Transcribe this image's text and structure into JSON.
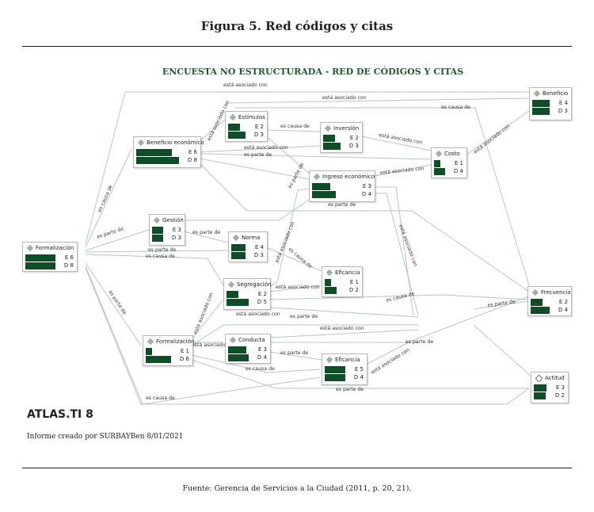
{
  "figure": {
    "title": "Figura 5. Red códigos y citas",
    "network_title": "ENCUESTA NO ESTRUCTURADA - RED DE CÓDIGOS Y CITAS",
    "software": "ATLAS.TI 8",
    "report": "Informe creado por SURBAYBen 8/01/2021",
    "source": "Fuente: Gerencia de Servicios a la Ciudad (2011, p. 20, 21)."
  },
  "colors": {
    "bar": "#0e4d26",
    "edge": "#b5c8bb",
    "title_green": "#1f5a2c"
  },
  "nodes": [
    {
      "id": "formalizacion1",
      "name": "Formalización",
      "e": "E 6",
      "d": "D 8",
      "ev": 6,
      "dv": 8
    },
    {
      "id": "beneficio_economico",
      "name": "Beneficio económico",
      "e": "E 6",
      "d": "D 8",
      "ev": 6,
      "dv": 8
    },
    {
      "id": "estimulos",
      "name": "Estímulos",
      "e": "E 2",
      "d": "D 3",
      "ev": 2,
      "dv": 3
    },
    {
      "id": "inversion",
      "name": "Inversión",
      "e": "E 2",
      "d": "D 3",
      "ev": 2,
      "dv": 3
    },
    {
      "id": "costo",
      "name": "Costo",
      "e": "E 1",
      "d": "D 4",
      "ev": 1,
      "dv": 4
    },
    {
      "id": "beneficio",
      "name": "Beneficio",
      "e": "E 4",
      "d": "D 3",
      "ev": 4,
      "dv": 3
    },
    {
      "id": "ingreso_economico",
      "name": "Ingreso económico",
      "e": "E 3",
      "d": "D 4",
      "ev": 3,
      "dv": 4
    },
    {
      "id": "gestion",
      "name": "Gestión",
      "e": "E 3",
      "d": "D 3",
      "ev": 3,
      "dv": 3
    },
    {
      "id": "norma",
      "name": "Norma",
      "e": "E 4",
      "d": "D 3",
      "ev": 4,
      "dv": 3
    },
    {
      "id": "eficancia1",
      "name": "Eficancia",
      "e": "E 1",
      "d": "D 2",
      "ev": 1,
      "dv": 2
    },
    {
      "id": "segregacion",
      "name": "Segregación",
      "e": "E 2",
      "d": "D 5",
      "ev": 2,
      "dv": 5
    },
    {
      "id": "frecuencia",
      "name": "Frecuencia",
      "e": "E 2",
      "d": "D 4",
      "ev": 2,
      "dv": 4
    },
    {
      "id": "formalizacion2",
      "name": "Formalización",
      "e": "E 1",
      "d": "D 6",
      "ev": 1,
      "dv": 6
    },
    {
      "id": "conducta",
      "name": "Conducta",
      "e": "E 3",
      "d": "D 4",
      "ev": 3,
      "dv": 4
    },
    {
      "id": "eficancia2",
      "name": "Eficancia",
      "e": "E 5",
      "d": "D 4",
      "ev": 5,
      "dv": 4
    },
    {
      "id": "actitud",
      "name": "Actitud",
      "e": "E 3",
      "d": "D 2",
      "ev": 3,
      "dv": 2,
      "hollow": true
    }
  ],
  "edge_labels": [
    "está asociado con",
    "está asociado con",
    "es causa de",
    "está asociado con",
    "es causa de",
    "está asociado con",
    "está asociado con",
    "es parte de",
    "es parte de",
    "está asociado con",
    "está asociado con",
    "es causa de",
    "es parte de",
    "es parte de",
    "es causa de",
    "es parte de",
    "es parte de",
    "está asociado con",
    "está asociado con",
    "es causa de",
    "es parte de",
    "está asociado con",
    "es causa de",
    "está asociado con",
    "es parte de",
    "está asociado con",
    "está asociado con",
    "es parte de",
    "es parte de",
    "es causa de",
    "está asociado con",
    "es parte de",
    "está asociado con",
    "es parte de",
    "es causa de"
  ]
}
